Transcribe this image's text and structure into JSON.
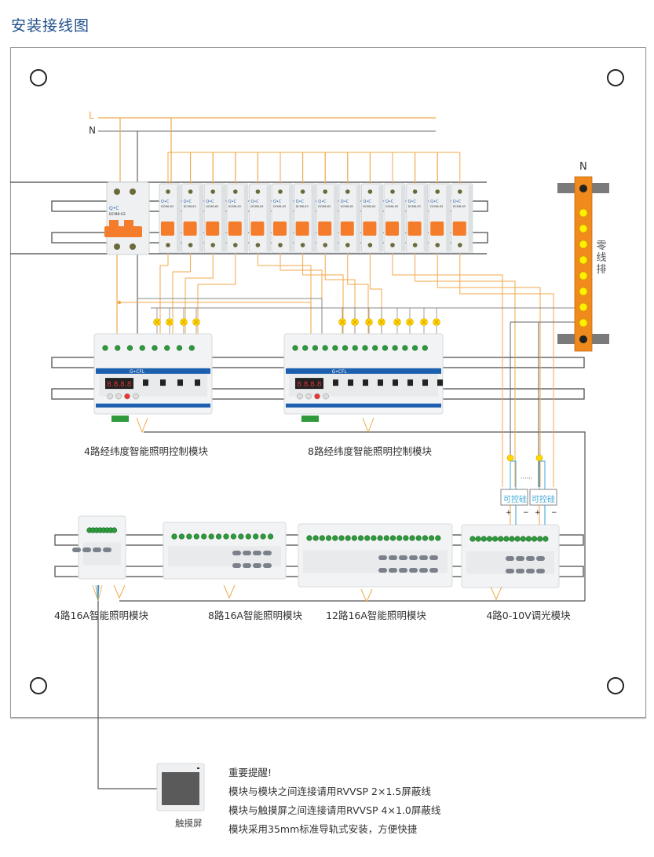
{
  "header": {
    "title": "安装接线图"
  },
  "wiring": {
    "live_label": "L",
    "neutral_label": "N",
    "neutral_bar_label": "N",
    "neutral_bar_name": "零线排",
    "scr_label": "可控硅",
    "scr_plus": "+",
    "scr_minus": "−",
    "ellipsis": "......",
    "colors": {
      "live": "#f0a94a",
      "neutral": "#555555",
      "signal": "#3fa9d8",
      "rail": "#4a4a4a",
      "breaker_handle": "#f57c2a",
      "busbar": "#f08a1c",
      "lamp": "#ffd800",
      "title": "#1f4e8c"
    }
  },
  "breakers": {
    "main_brand": "Q•C",
    "main_model": "DCM8-63",
    "branch_brand": "Q•C",
    "branch_model": "DCM8-63",
    "branch_count": 14
  },
  "modules_row1": [
    {
      "label": "4路经纬度智能照明控制模块",
      "brand": "G•CFL",
      "display": "8.8.8.8",
      "channels": 4
    },
    {
      "label": "8路经纬度智能照明控制模块",
      "brand": "G•CFL",
      "display": "8.8.8.8",
      "channels": 8
    }
  ],
  "modules_row2": [
    {
      "label": "4路16A智能照明模块",
      "channels": 4
    },
    {
      "label": "8路16A智能照明模块",
      "channels": 8
    },
    {
      "label": "12路16A智能照明模块",
      "channels": 12
    },
    {
      "label": "4路0-10V调光模块",
      "channels": 4
    }
  ],
  "touchscreen": {
    "label": "触摸屏"
  },
  "notes": {
    "heading": "重要提醒!",
    "lines": [
      "模块与模块之间连接请用RVVSP 2×1.5屏蔽线",
      "模块与触摸屏之间连接请用RVVSP 4×1.0屏蔽线",
      "模块采用35mm标准导轨式安装，方便快捷"
    ]
  }
}
